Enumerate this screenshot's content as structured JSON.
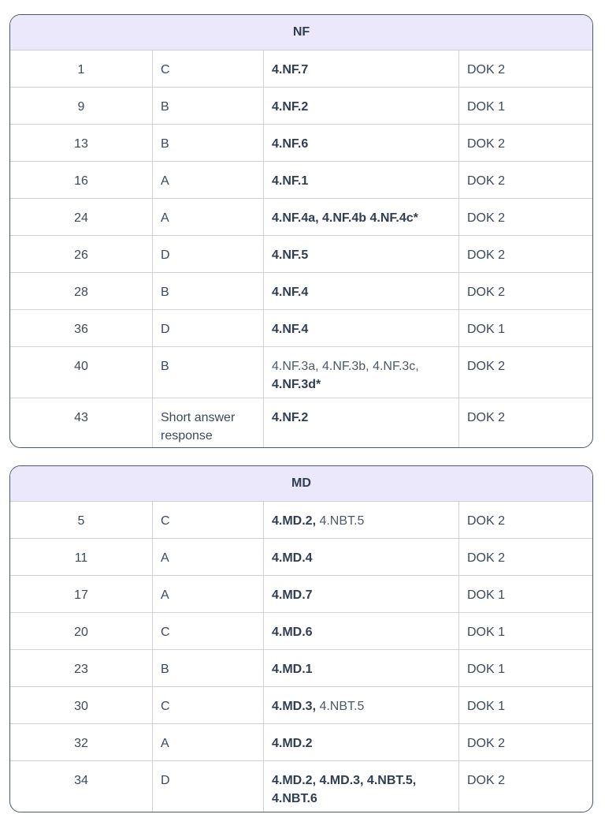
{
  "tables": [
    {
      "title": "NF",
      "rows": [
        {
          "item": "1",
          "key": "C",
          "standard": [
            {
              "t": "4.NF.7",
              "b": true
            }
          ],
          "dok": "DOK 2",
          "h": 46
        },
        {
          "item": "9",
          "key": "B",
          "standard": [
            {
              "t": "4.NF.2",
              "b": true
            }
          ],
          "dok": "DOK 1",
          "h": 46
        },
        {
          "item": "13",
          "key": "B",
          "standard": [
            {
              "t": "4.NF.6",
              "b": true
            }
          ],
          "dok": "DOK 2",
          "h": 46
        },
        {
          "item": "16",
          "key": "A",
          "standard": [
            {
              "t": "4.NF.1",
              "b": true
            }
          ],
          "dok": "DOK 2",
          "h": 46
        },
        {
          "item": "24",
          "key": "A",
          "standard": [
            {
              "t": "4.NF.4a, 4.NF.4b 4.NF.4c*",
              "b": true
            }
          ],
          "dok": "DOK 2",
          "h": 46
        },
        {
          "item": "26",
          "key": "D",
          "standard": [
            {
              "t": "4.NF.5",
              "b": true
            }
          ],
          "dok": "DOK 2",
          "h": 46
        },
        {
          "item": "28",
          "key": "B",
          "standard": [
            {
              "t": "4.NF.4",
              "b": true
            }
          ],
          "dok": "DOK 2",
          "h": 46
        },
        {
          "item": "36",
          "key": "D",
          "standard": [
            {
              "t": "4.NF.4",
              "b": true
            }
          ],
          "dok": "DOK 1",
          "h": 46
        },
        {
          "item": "40",
          "key": "B",
          "standard": [
            {
              "t": "4.NF.3a, 4.NF.3b, 4.NF.3c, ",
              "b": false
            },
            {
              "t": "4.NF.3d*",
              "b": true
            }
          ],
          "dok": "DOK 2",
          "h": 64
        },
        {
          "item": "43",
          "key": "Short answer response",
          "standard": [
            {
              "t": "4.NF.2",
              "b": true
            }
          ],
          "dok": "DOK 2",
          "h": 62
        }
      ]
    },
    {
      "title": "MD",
      "rows": [
        {
          "item": "5",
          "key": "C",
          "standard": [
            {
              "t": "4.MD.2,",
              "b": true
            },
            {
              "t": " 4.NBT.5",
              "b": false
            }
          ],
          "dok": "DOK 2",
          "h": 46
        },
        {
          "item": "11",
          "key": "A",
          "standard": [
            {
              "t": "4.MD.4",
              "b": true
            }
          ],
          "dok": "DOK 2",
          "h": 46
        },
        {
          "item": "17",
          "key": "A",
          "standard": [
            {
              "t": "4.MD.7",
              "b": true
            }
          ],
          "dok": "DOK 1",
          "h": 46
        },
        {
          "item": "20",
          "key": "C",
          "standard": [
            {
              "t": "4.MD.6",
              "b": true
            }
          ],
          "dok": "DOK 1",
          "h": 46
        },
        {
          "item": "23",
          "key": "B",
          "standard": [
            {
              "t": "4.MD.1",
              "b": true
            }
          ],
          "dok": "DOK 1",
          "h": 46
        },
        {
          "item": "30",
          "key": "C",
          "standard": [
            {
              "t": "4.MD.3,",
              "b": true
            },
            {
              "t": " 4.NBT.5",
              "b": false
            }
          ],
          "dok": "DOK 1",
          "h": 46
        },
        {
          "item": "32",
          "key": "A",
          "standard": [
            {
              "t": "4.MD.2",
              "b": true
            }
          ],
          "dok": "DOK 2",
          "h": 46
        },
        {
          "item": "34",
          "key": "D",
          "standard": [
            {
              "t": "4.MD.2, 4.MD.3, 4.NBT.5, 4.NBT.6",
              "b": true
            }
          ],
          "dok": "DOK 2",
          "h": 64
        }
      ]
    }
  ]
}
